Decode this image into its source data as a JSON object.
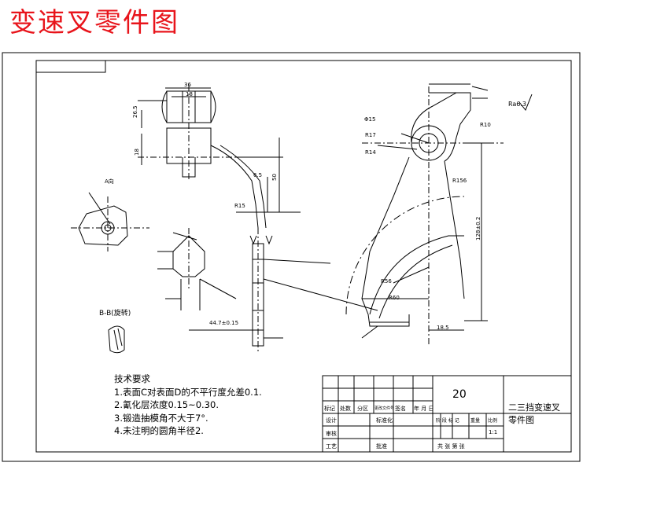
{
  "title": "变速叉零件图",
  "section_label": "B-B(旋转)",
  "view_label": "A向",
  "tech_requirements": {
    "heading": "技术要求",
    "items": [
      "1.表面C对表面D的不平行度允差0.1.",
      "2.氰化层浓度0.15~0.30.",
      "3.锻造抽模角不大于7°.",
      "4.未注明的圆角半径2."
    ]
  },
  "title_block": {
    "part_number": "20",
    "part_name_line1": "二三挡变速叉",
    "part_name_line2": "零件图",
    "scale": "1:1",
    "rev_headers": [
      "标记",
      "处数",
      "分区",
      "更改文件号",
      "签名",
      "年 月 日"
    ],
    "rows": [
      "设计",
      "审核",
      "工艺"
    ],
    "mid_labels": [
      "标准化",
      "批准"
    ],
    "stage_headers": [
      "阶 段 标 记",
      "重量",
      "比例"
    ],
    "sheet": "共    张  第    张"
  },
  "dimensions": {
    "top_width": "36",
    "hub_width": "18",
    "height_26": "26.5",
    "height_18": "18",
    "radius_15": "R15",
    "radius_10": "R10",
    "radius_17": "R17",
    "radius_14": "R14",
    "radius_156": "R156",
    "radius_56": "R56",
    "radius_60": "R60",
    "height_128": "128±0.2",
    "width_185": "18.5",
    "width_447": "44.7±0.15",
    "width_65": "6.5",
    "height_50": "50",
    "bore": "Φ15",
    "roughness": "Ra6.3"
  }
}
